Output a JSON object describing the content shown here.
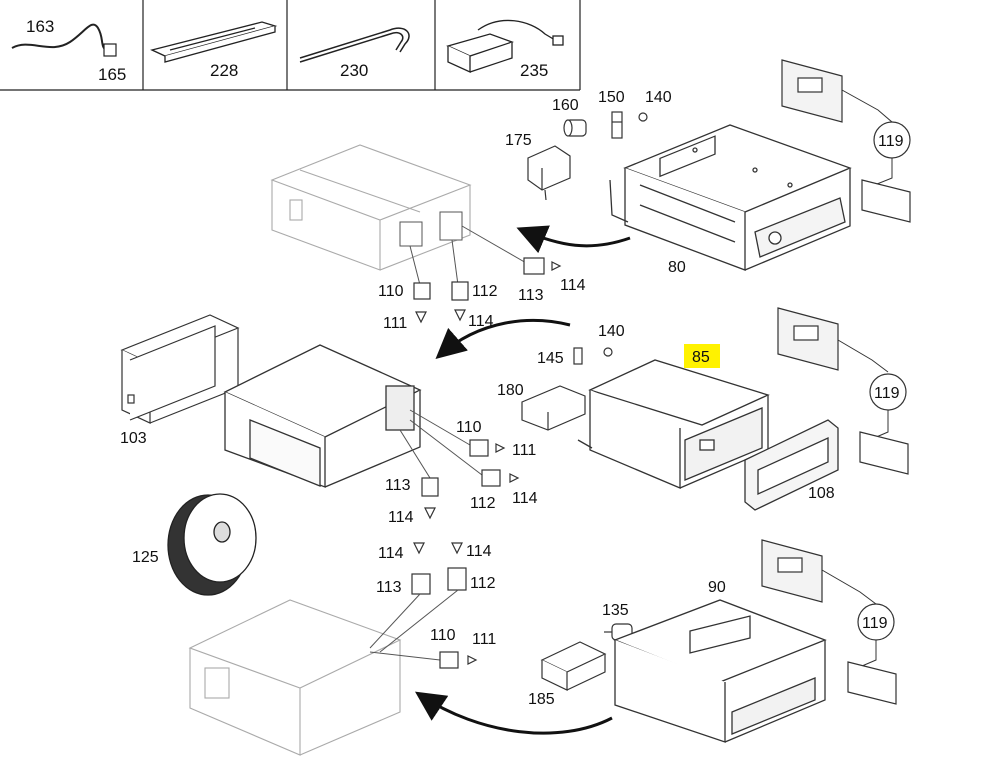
{
  "header_cells": [
    {
      "labels": [
        "163",
        "165"
      ]
    },
    {
      "labels": [
        "228"
      ]
    },
    {
      "labels": [
        "230"
      ]
    },
    {
      "labels": [
        "235"
      ]
    }
  ],
  "callouts": {
    "c160": "160",
    "c150": "150",
    "c140a": "140",
    "c175": "175",
    "c80": "80",
    "c110a": "110",
    "c112a": "112",
    "c113a": "113",
    "c114a": "114",
    "c111a": "111",
    "c114b": "114",
    "c140b": "140",
    "c145": "145",
    "c85": "85",
    "c180": "180",
    "c110b": "110",
    "c111b": "111",
    "c113b": "113",
    "c112b": "112",
    "c114c": "114",
    "c114d": "114",
    "c103": "103",
    "c108": "108",
    "c125": "125",
    "c114e": "114",
    "c114f": "114",
    "c113c": "113",
    "c112c": "112",
    "c90": "90",
    "c135": "135",
    "c110c": "110",
    "c111c": "111",
    "c185": "185",
    "c119a": "119",
    "c119b": "119",
    "c119c": "119"
  },
  "highlight_color": "#fff200"
}
